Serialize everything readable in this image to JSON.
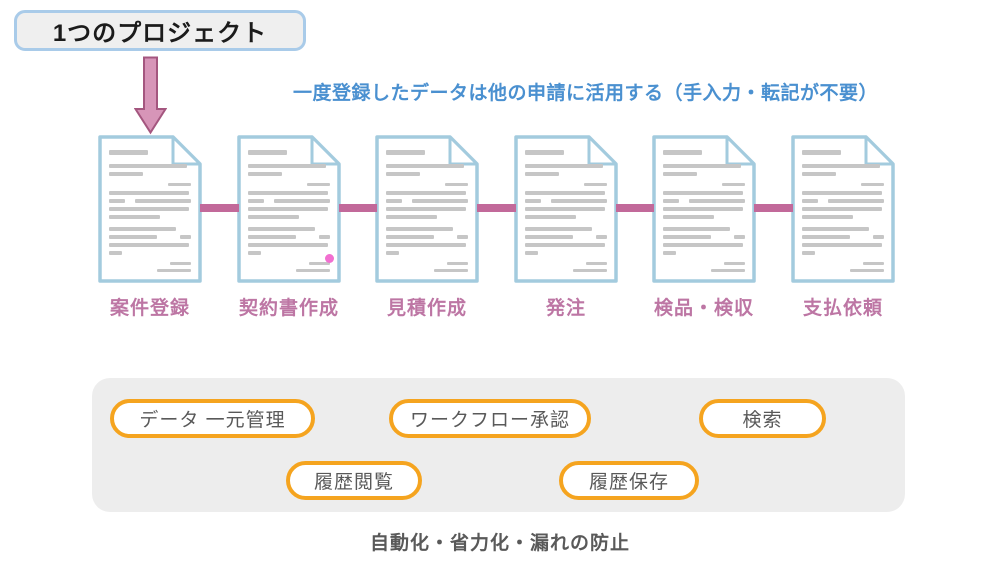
{
  "header": {
    "project_box_label": "1つのプロジェクト",
    "headline": "一度登録したデータは他の申請に活用する（手入力・転記が不要）",
    "headline_color": "#4a90d0"
  },
  "workflow": {
    "steps": [
      {
        "label": "案件登録"
      },
      {
        "label": "契約書作成"
      },
      {
        "label": "見積作成"
      },
      {
        "label": "発注"
      },
      {
        "label": "検品・検収"
      },
      {
        "label": "支払依頼"
      }
    ],
    "step_label_color": "#bd76a4",
    "document_border_color": "#a3cbde",
    "connector_color": "#c2699a"
  },
  "features": {
    "badges": [
      {
        "label": "データ 一元管理"
      },
      {
        "label": "ワークフロー承認"
      },
      {
        "label": "検索"
      },
      {
        "label": "履歴閲覧"
      },
      {
        "label": "履歴保存"
      }
    ],
    "badge_border_color": "#f5a41f"
  },
  "footer": {
    "caption": "自動化・省力化・漏れの防止"
  }
}
